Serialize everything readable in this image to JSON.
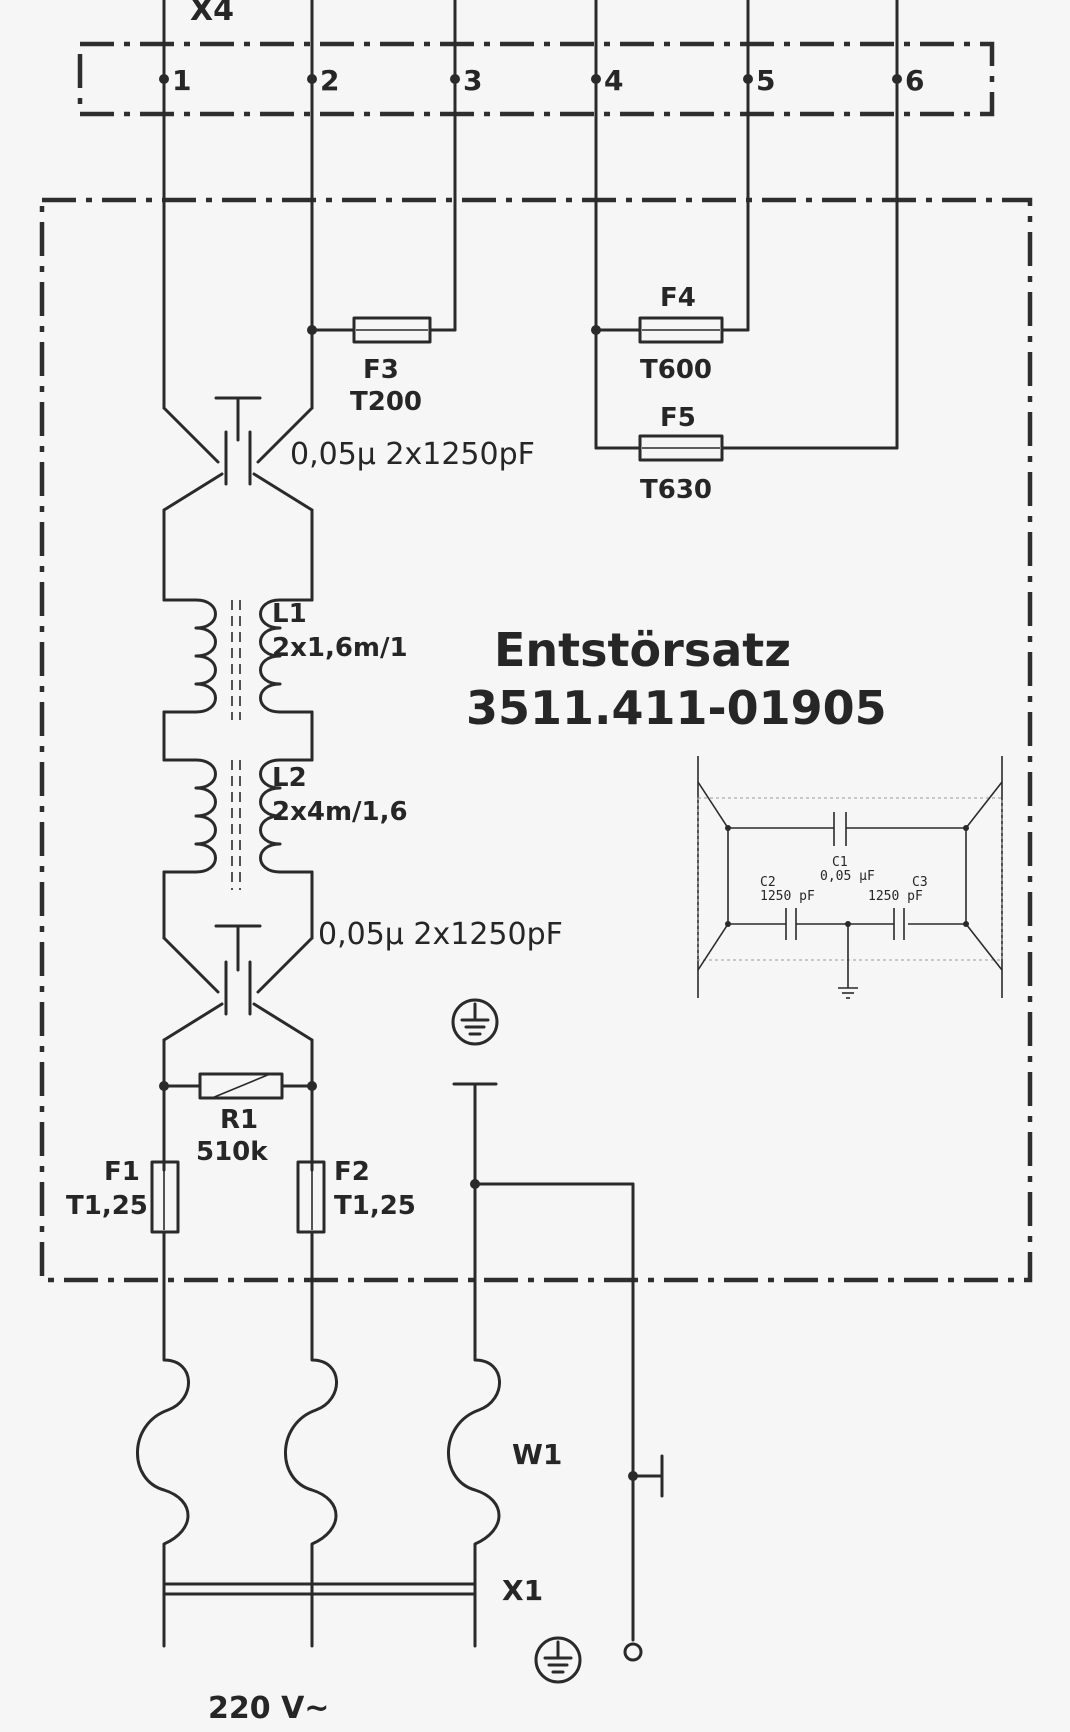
{
  "terminal_block": {
    "name": "X4",
    "pins": [
      "1",
      "2",
      "3",
      "4",
      "5",
      "6"
    ]
  },
  "fuses": {
    "f3": {
      "ref": "F3",
      "value": "T200"
    },
    "f4": {
      "ref": "F4",
      "value": "T600"
    },
    "f5": {
      "ref": "F5",
      "value": "T630"
    },
    "f1": {
      "ref": "F1",
      "value": "T1,25"
    },
    "f2": {
      "ref": "F2",
      "value": "T1,25"
    }
  },
  "capacitor_blocks": {
    "upper": "0,05µ 2x1250pF",
    "lower": "0,05µ 2x1250pF"
  },
  "chokes": {
    "l1": {
      "ref": "L1",
      "value": "2x1,6m/1"
    },
    "l2": {
      "ref": "L2",
      "value": "2x4m/1,6"
    }
  },
  "resistor": {
    "ref": "R1",
    "value": "510k"
  },
  "title": {
    "line1": "Entstörsatz",
    "line2": "3511.411-01905"
  },
  "inset": {
    "c1": {
      "ref": "C1",
      "value": "0,05 µF"
    },
    "c2": {
      "ref": "C2",
      "value": "1250 pF"
    },
    "c3": {
      "ref": "C3",
      "value": "1250 pF"
    }
  },
  "cable": {
    "ref": "W1"
  },
  "plug": {
    "ref": "X1"
  },
  "supply": {
    "label": "220 V~"
  },
  "colors": {
    "ink": "#2a2a2a",
    "paper": "#f6f6f6"
  },
  "icons": [
    "ground-symbol",
    "fuse",
    "capacitor",
    "inductor",
    "resistor"
  ]
}
